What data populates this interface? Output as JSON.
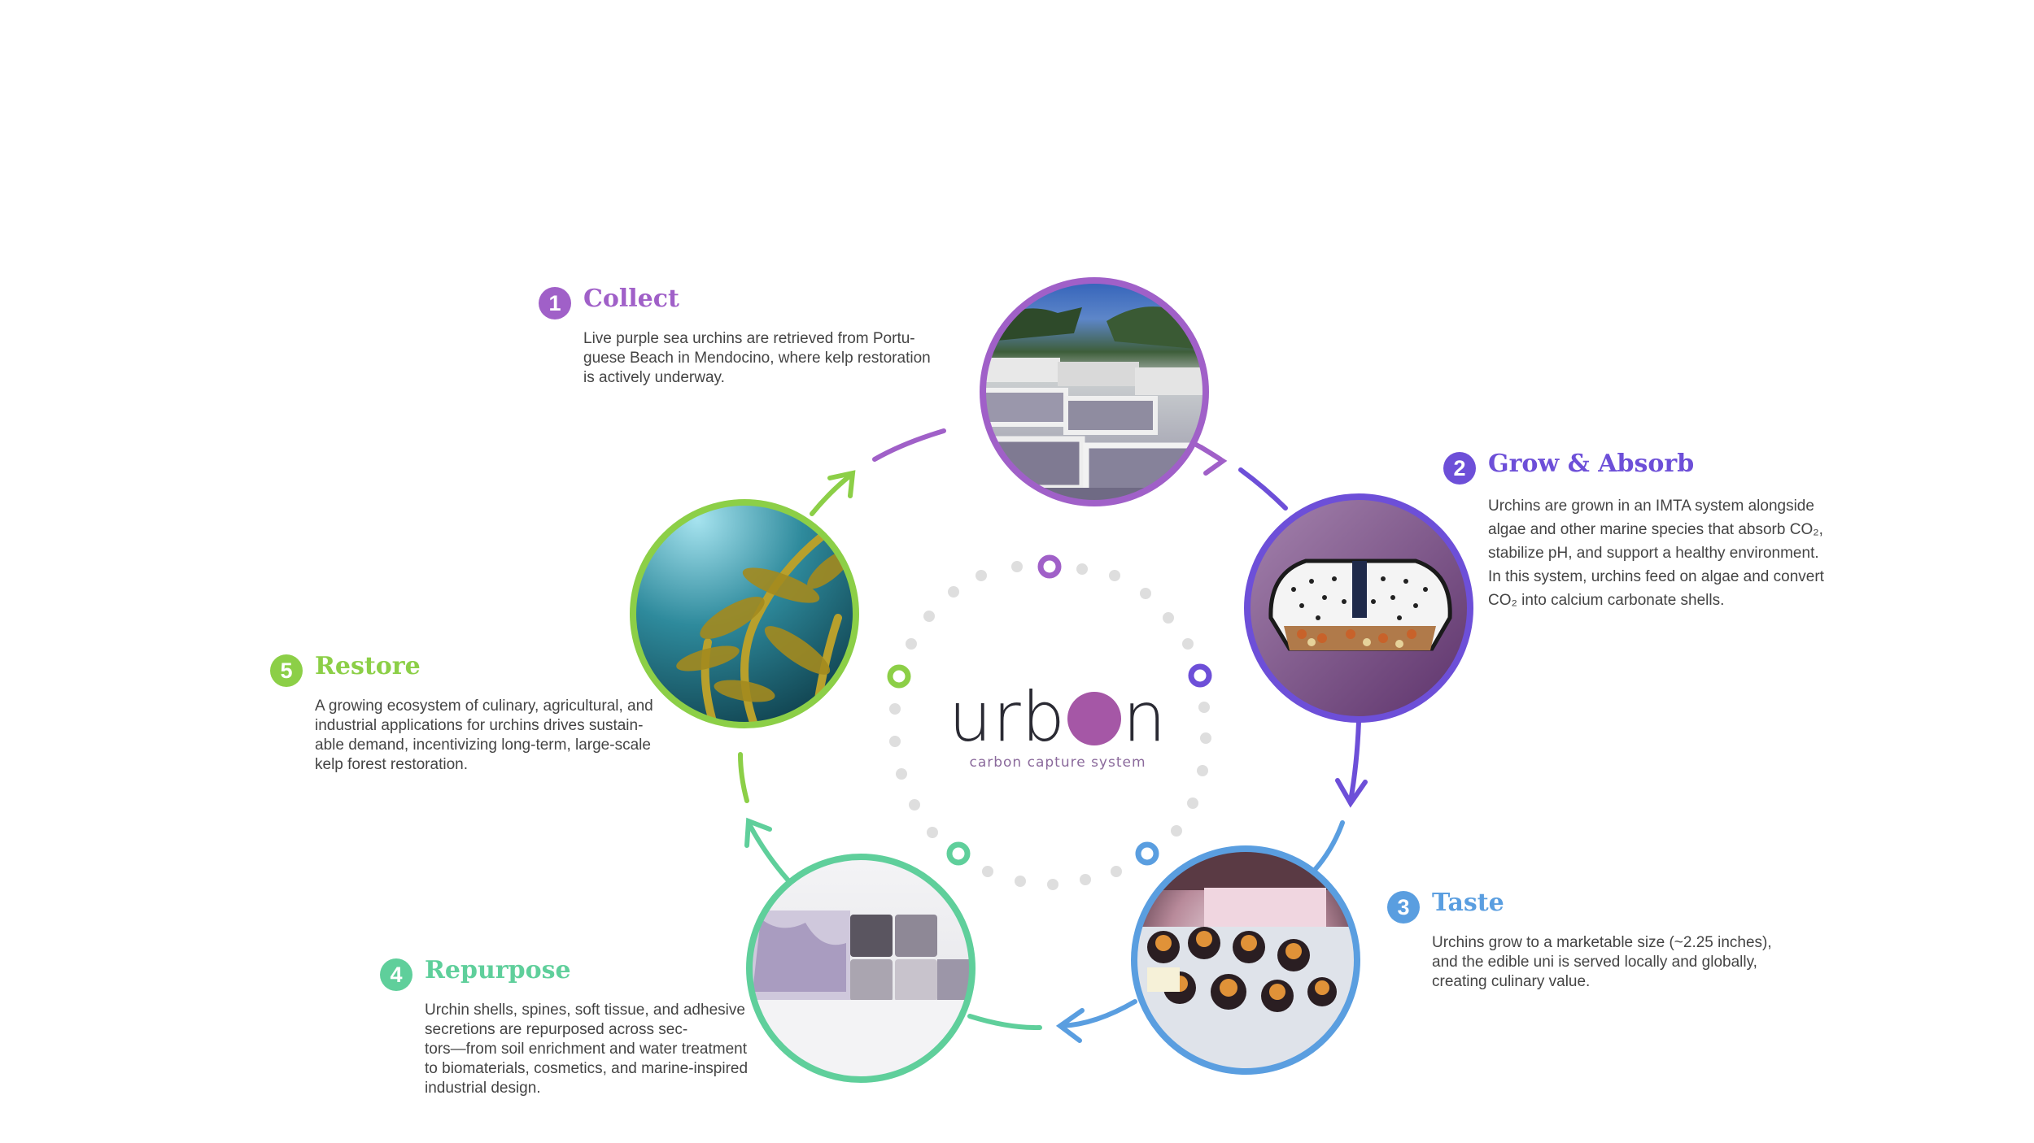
{
  "brand": {
    "word_left": "urb",
    "word_right": "n",
    "tagline": "carbon capture system",
    "accent": "#a557a6"
  },
  "steps": [
    {
      "number": "1",
      "title": "Collect",
      "color": "#a060c8",
      "lines": [
        "Live purple sea urchins are retrieved from Portu-",
        "guese Beach in Mendocino, where kelp restoration",
        "is actively underway."
      ],
      "image": "urchin aquaculture tanks photo"
    },
    {
      "number": "2",
      "title": "Grow & Absorb",
      "color": "#6d4fd8",
      "lines": [
        "Urchins are grown in an IMTA system alongside",
        "algae and other marine species that absorb CO₂,",
        "stabilize pH, and support a healthy environment.",
        "In this system, urchins feed on algae and convert",
        "CO₂ into calcium carbonate shells."
      ],
      "image": "urchin shell cross-section illustration"
    },
    {
      "number": "3",
      "title": "Taste",
      "color": "#5a9ee0",
      "lines": [
        "Urchins grow to a marketable size (~2.25 inches),",
        "and the edible uni is served locally and globally,",
        "creating culinary value."
      ],
      "image": "sea urchins at fish market photo"
    },
    {
      "number": "4",
      "title": "Repurpose",
      "color": "#5fcf9b",
      "lines": [
        "Urchin shells, spines, soft tissue, and adhesive",
        "secretions are repurposed across sec-",
        "tors—from soil enrichment and water treatment",
        "to biomaterials, cosmetics, and marine-inspired",
        "industrial design."
      ],
      "image": "biomaterial tiles photo"
    },
    {
      "number": "5",
      "title": "Restore",
      "color": "#8ccf47",
      "lines": [
        "A growing ecosystem of culinary, agricultural, and",
        "industrial applications for urchins drives sustain-",
        "able demand, incentivizing long-term, large-scale",
        "kelp forest restoration."
      ],
      "image": "underwater kelp forest photo"
    }
  ]
}
